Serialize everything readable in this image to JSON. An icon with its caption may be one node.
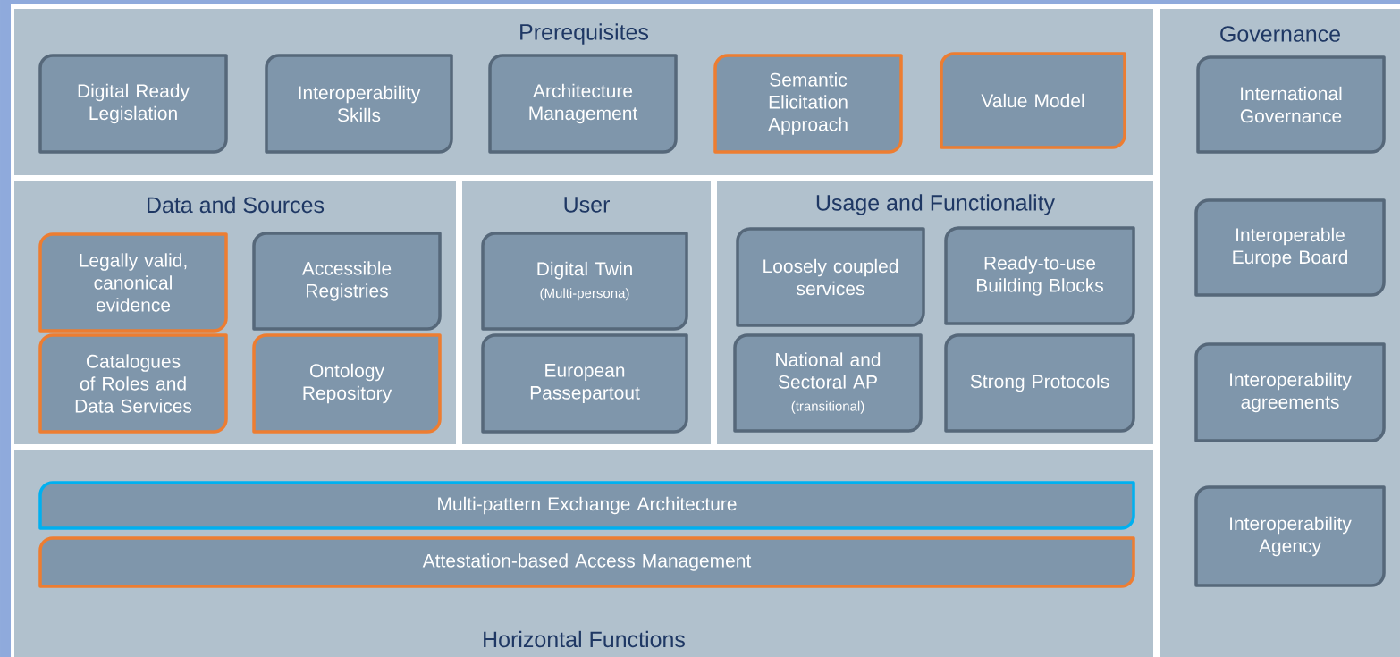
{
  "diagram": {
    "nodes": [
      {
        "text": [
          "Prerequisites"
        ]
      },
      {
        "text": [
          "Digital Ready Legislation"
        ],
        "in": 0
      },
      {
        "text": [
          "Interoperability Skills"
        ],
        "in": 0
      },
      {
        "text": [
          "Architecture Management"
        ],
        "in": 0
      },
      {
        "text": [
          "Semantic Elicitation Approach"
        ],
        "in": 0
      },
      {
        "text": [
          "Value Model"
        ],
        "in": 0
      },
      {
        "text": [
          "Data and Sources"
        ]
      },
      {
        "text": [
          "Legally valid, canonical evidence"
        ],
        "in": 6
      },
      {
        "text": [
          "Accessible Registries"
        ],
        "in": 6
      },
      {
        "text": [
          "Catalogues of Roles and Data Services"
        ],
        "in": 6
      },
      {
        "text": [
          "Ontology Repository"
        ],
        "in": 6
      },
      {
        "text": [
          "User"
        ]
      },
      {
        "text": [
          "Digital Twin",
          "(Multi-persona)"
        ],
        "in": 11
      },
      {
        "text": [
          "European Passepartout"
        ],
        "in": 11
      },
      {
        "text": [
          "Usage and Functionality"
        ]
      },
      {
        "text": [
          "Loosely coupled services"
        ],
        "in": 14
      },
      {
        "text": [
          "Ready-to-use Building Blocks"
        ],
        "in": 14
      },
      {
        "text": [
          "National and Sectoral AP",
          "(transitional)"
        ],
        "in": 14
      },
      {
        "text": [
          "Strong Protocols"
        ],
        "in": 14
      },
      {
        "text": [
          "Horizontal Functions"
        ]
      },
      {
        "text": [
          "Multi-pattern Exchange Architecture"
        ],
        "in": 19
      },
      {
        "text": [
          "Attestation-based Access Management"
        ],
        "in": 19
      },
      {
        "text": [
          "Governance"
        ]
      },
      {
        "text": [
          "International Governance"
        ],
        "in": 22
      },
      {
        "text": [
          "Interoperable Europe Board"
        ],
        "in": 22
      },
      {
        "text": [
          "Interoperability agreements"
        ],
        "in": 22
      },
      {
        "text": [
          "Interoperability Agency"
        ],
        "in": 22
      }
    ]
  }
}
